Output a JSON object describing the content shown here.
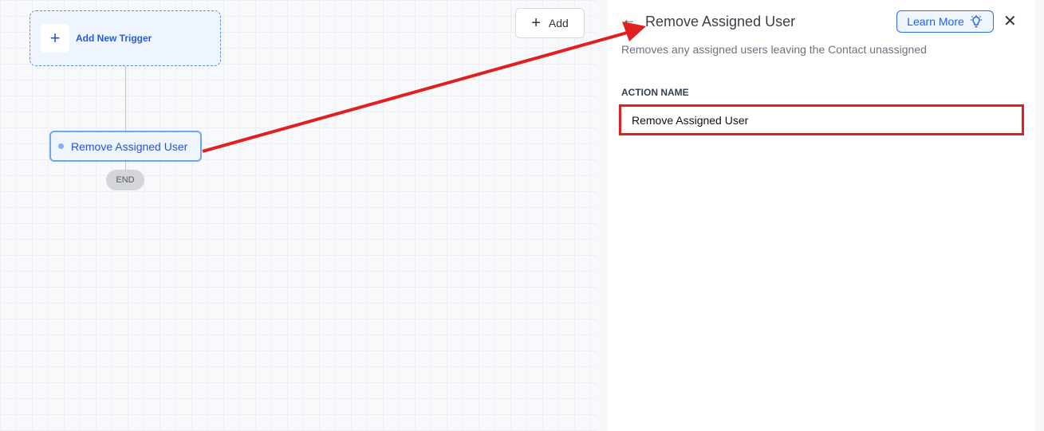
{
  "canvas": {
    "trigger_label": "Add New Trigger",
    "action_node_label": "Remove Assigned User",
    "end_label": "END",
    "add_button_label": "Add"
  },
  "panel": {
    "title": "Remove Assigned User",
    "learn_more_label": "Learn More",
    "description": "Removes any assigned users leaving the Contact unassigned",
    "field_label": "ACTION NAME",
    "field_value": "Remove Assigned User"
  },
  "colors": {
    "accent": "#2563d8",
    "annotation": "#e02020"
  }
}
